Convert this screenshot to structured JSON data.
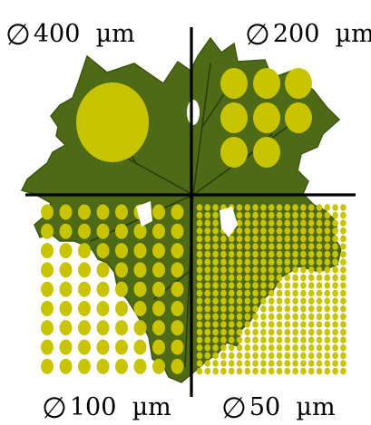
{
  "quadrants": {
    "top_left": {
      "symbol": "∅",
      "value": "400",
      "unit": "µm"
    },
    "top_right": {
      "symbol": "∅",
      "value": "200",
      "unit": "µm"
    },
    "bottom_left": {
      "symbol": "∅",
      "value": "100",
      "unit": "µm"
    },
    "bottom_right": {
      "symbol": "∅",
      "value": "50",
      "unit": "µm"
    }
  },
  "colors": {
    "leaf": "#4f6a16",
    "leaf_edge": "#3d5410",
    "vein": "#2c3d0a",
    "dot": "#c8c500",
    "axis": "#000000"
  }
}
